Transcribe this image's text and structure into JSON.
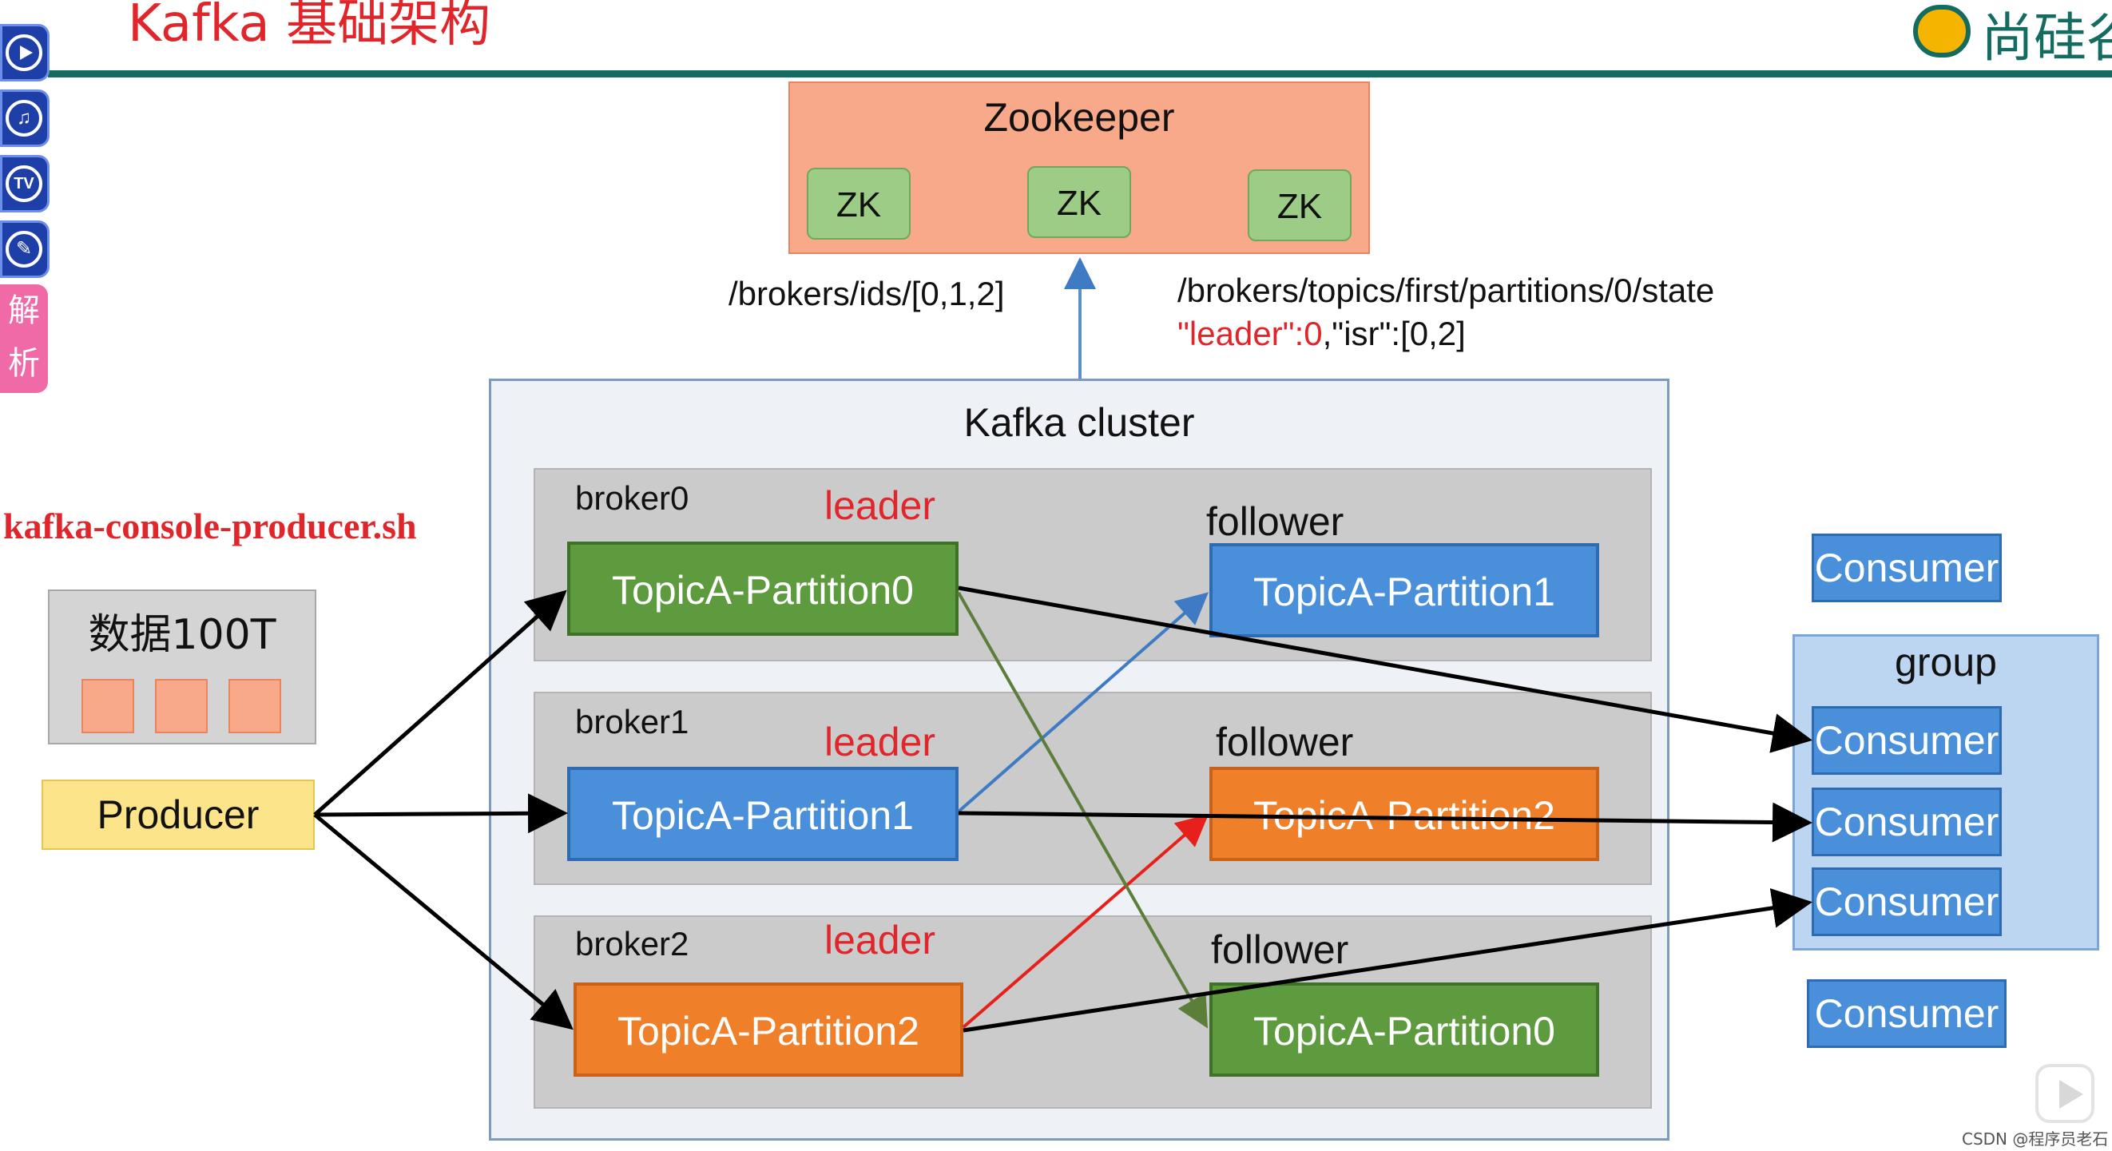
{
  "header": {
    "title": "Kafka 基础架构",
    "logo_text": "尚硅谷"
  },
  "sidebar": {
    "pink_label_1": "解",
    "pink_label_2": "析",
    "tv_label": "TV"
  },
  "zookeeper": {
    "title": "Zookeeper",
    "nodes": [
      "ZK",
      "ZK",
      "ZK"
    ]
  },
  "annotations": {
    "ids_path": "/brokers/ids/[0,1,2]",
    "state_path": "/brokers/topics/first/partitions/0/state",
    "state_leader": "\"leader\":0",
    "state_rest": ",\"isr\":[0,2]"
  },
  "cluster": {
    "title": "Kafka cluster",
    "leader_label": "leader",
    "follower_label": "follower",
    "brokers": [
      {
        "name": "broker0",
        "leader_partition": "TopicA-Partition0",
        "follower_partition": "TopicA-Partition1"
      },
      {
        "name": "broker1",
        "leader_partition": "TopicA-Partition1",
        "follower_partition": "TopicA-Partition2"
      },
      {
        "name": "broker2",
        "leader_partition": "TopicA-Partition2",
        "follower_partition": "TopicA-Partition0"
      }
    ]
  },
  "producer_side": {
    "command": "kafka-console-producer.sh",
    "data_label": "数据100T",
    "producer_label": "Producer"
  },
  "consumers": {
    "top": "Consumer",
    "group_label": "group",
    "group_members": [
      "Consumer",
      "Consumer",
      "Consumer"
    ],
    "bottom": "Consumer"
  },
  "footer": {
    "credit": "CSDN @程序员老石"
  },
  "colors": {
    "title_red": "#e0262b",
    "rule_teal": "#136c5f",
    "partition_green": "#5e9a3e",
    "partition_blue": "#4a8fda",
    "partition_orange": "#f07f2a"
  },
  "icons": [
    "play-icon",
    "music-icon",
    "tv-icon",
    "wrench-icon",
    "video-play-icon"
  ]
}
